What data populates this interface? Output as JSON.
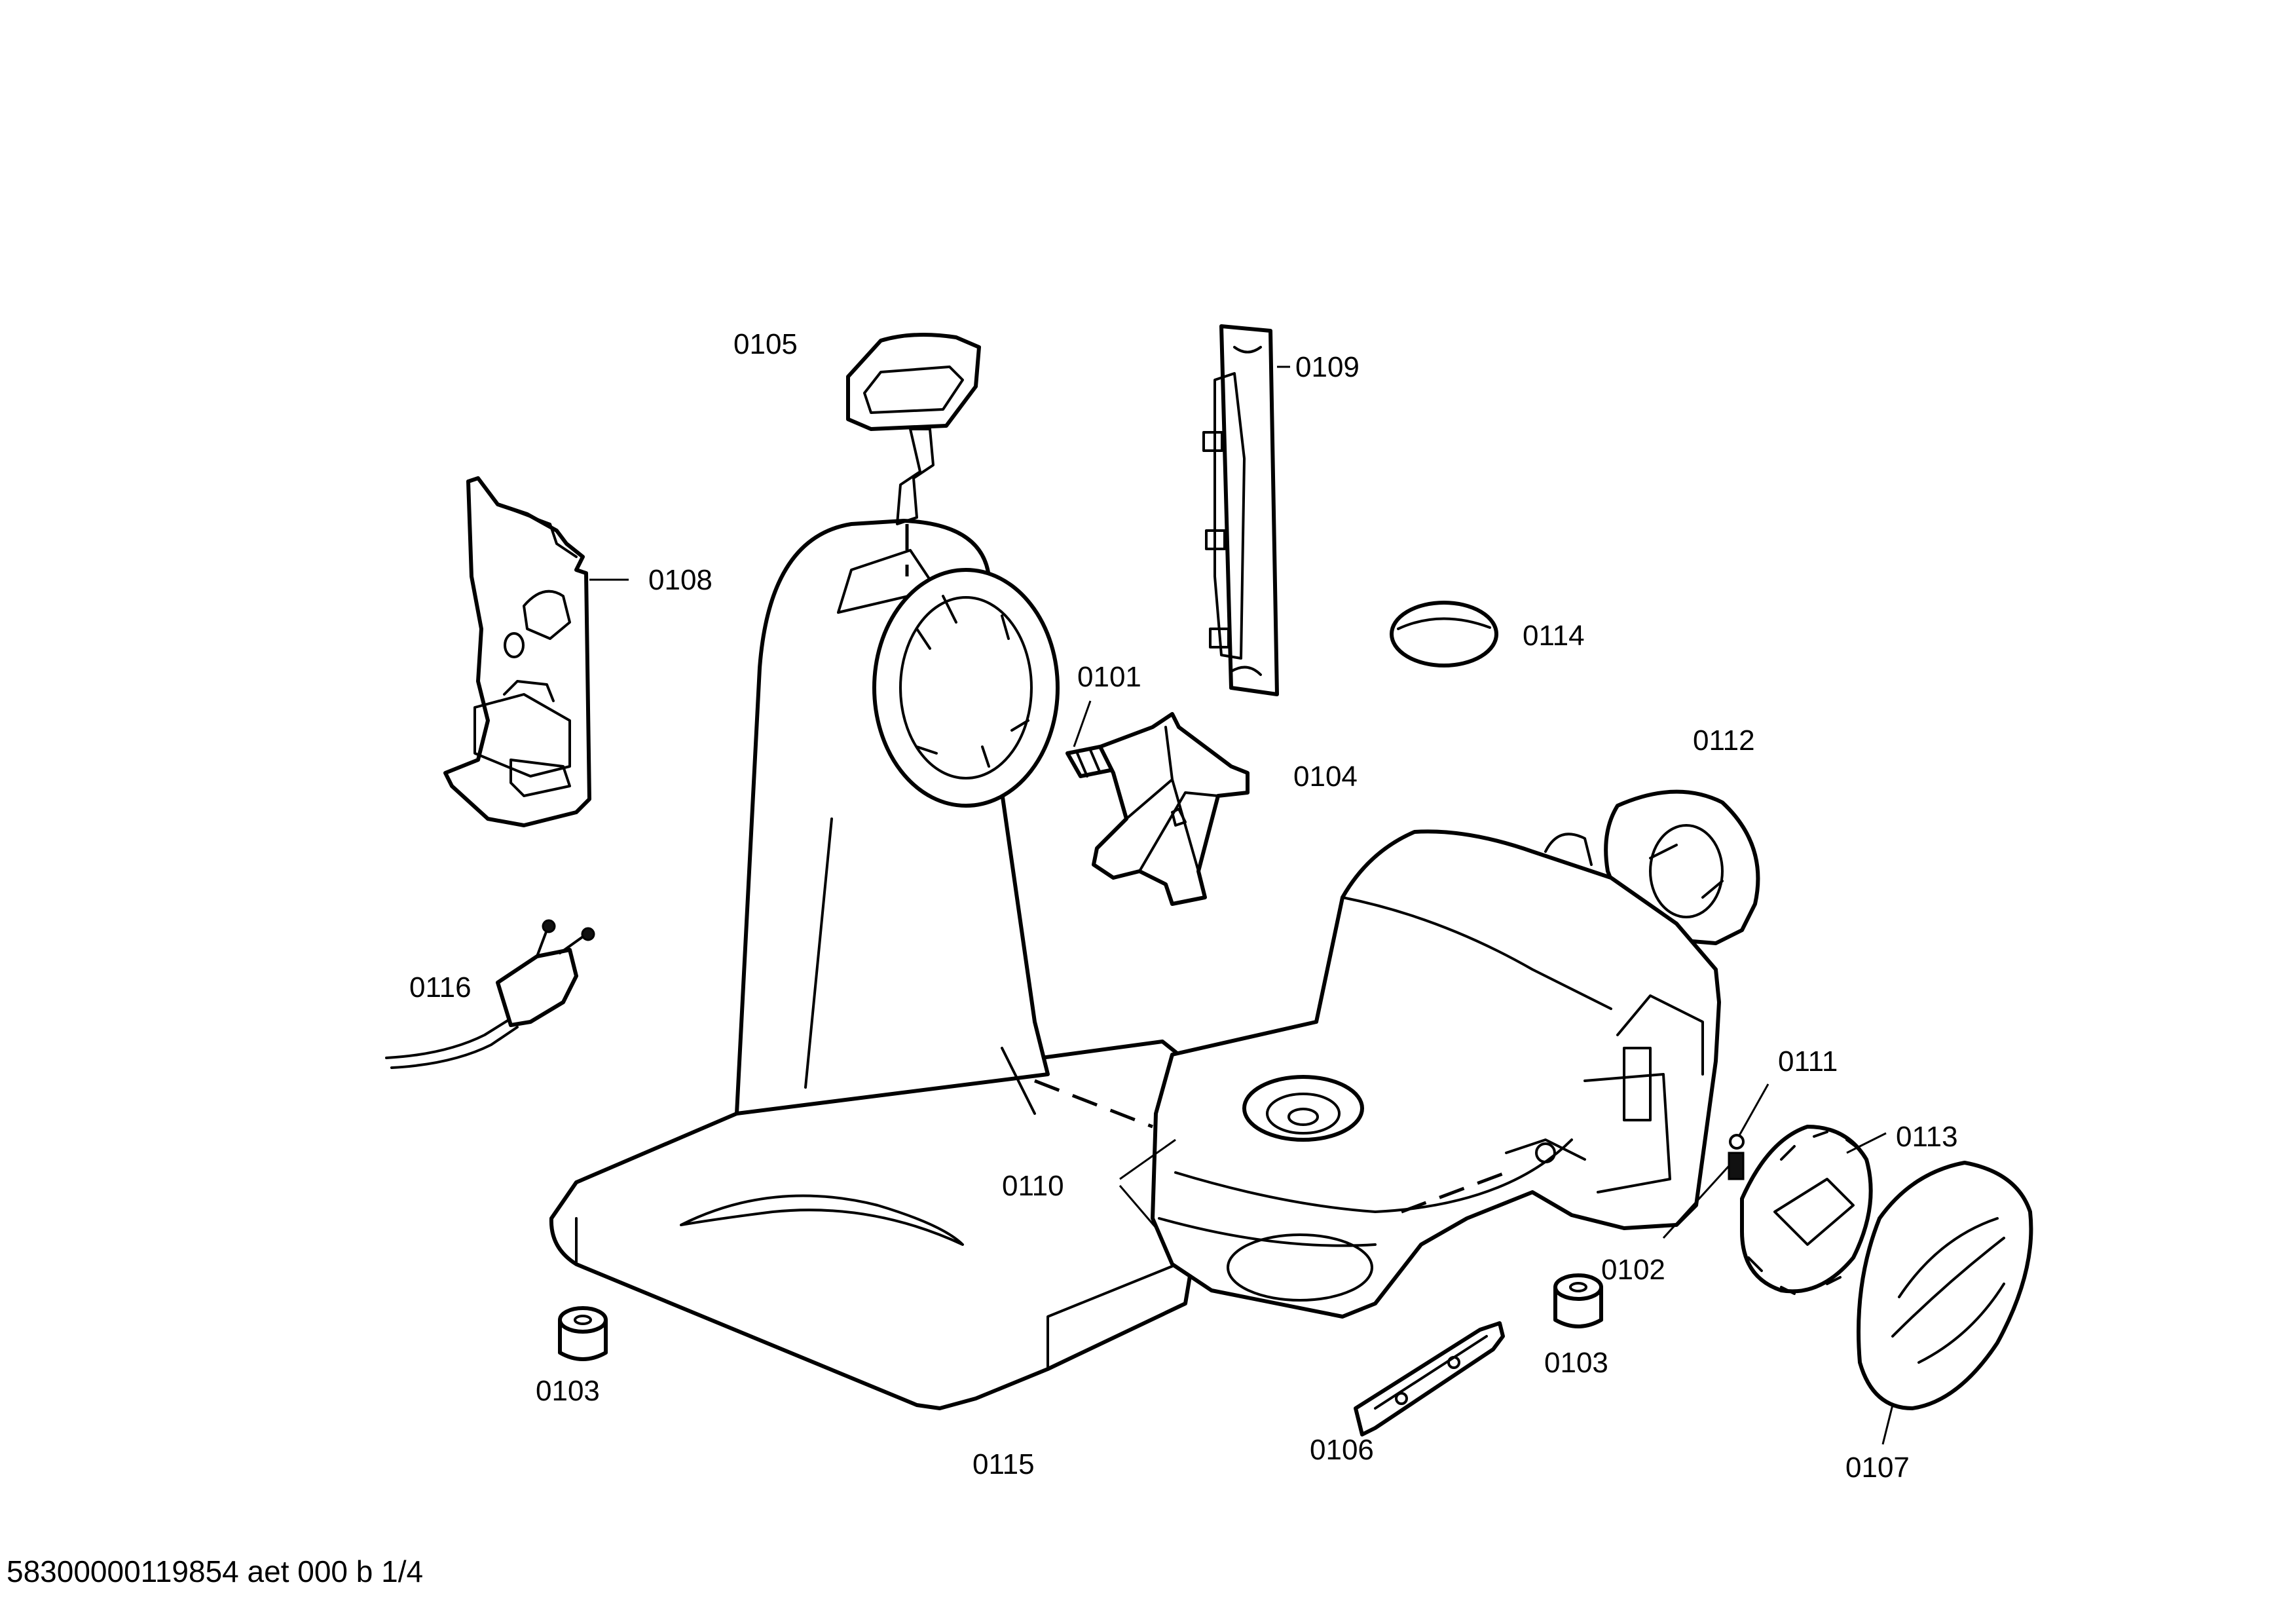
{
  "footer": {
    "text": "58300000119854 aet 000 b 1/4"
  },
  "labels": {
    "p0101": "0101",
    "p0102": "0102",
    "p0103a": "0103",
    "p0103b": "0103",
    "p0104": "0104",
    "p0105": "0105",
    "p0106": "0106",
    "p0107": "0107",
    "p0108": "0108",
    "p0109": "0109",
    "p0110": "0110",
    "p0111": "0111",
    "p0112": "0112",
    "p0113": "0113",
    "p0114": "0114",
    "p0115": "0115",
    "p0116": "0116"
  }
}
